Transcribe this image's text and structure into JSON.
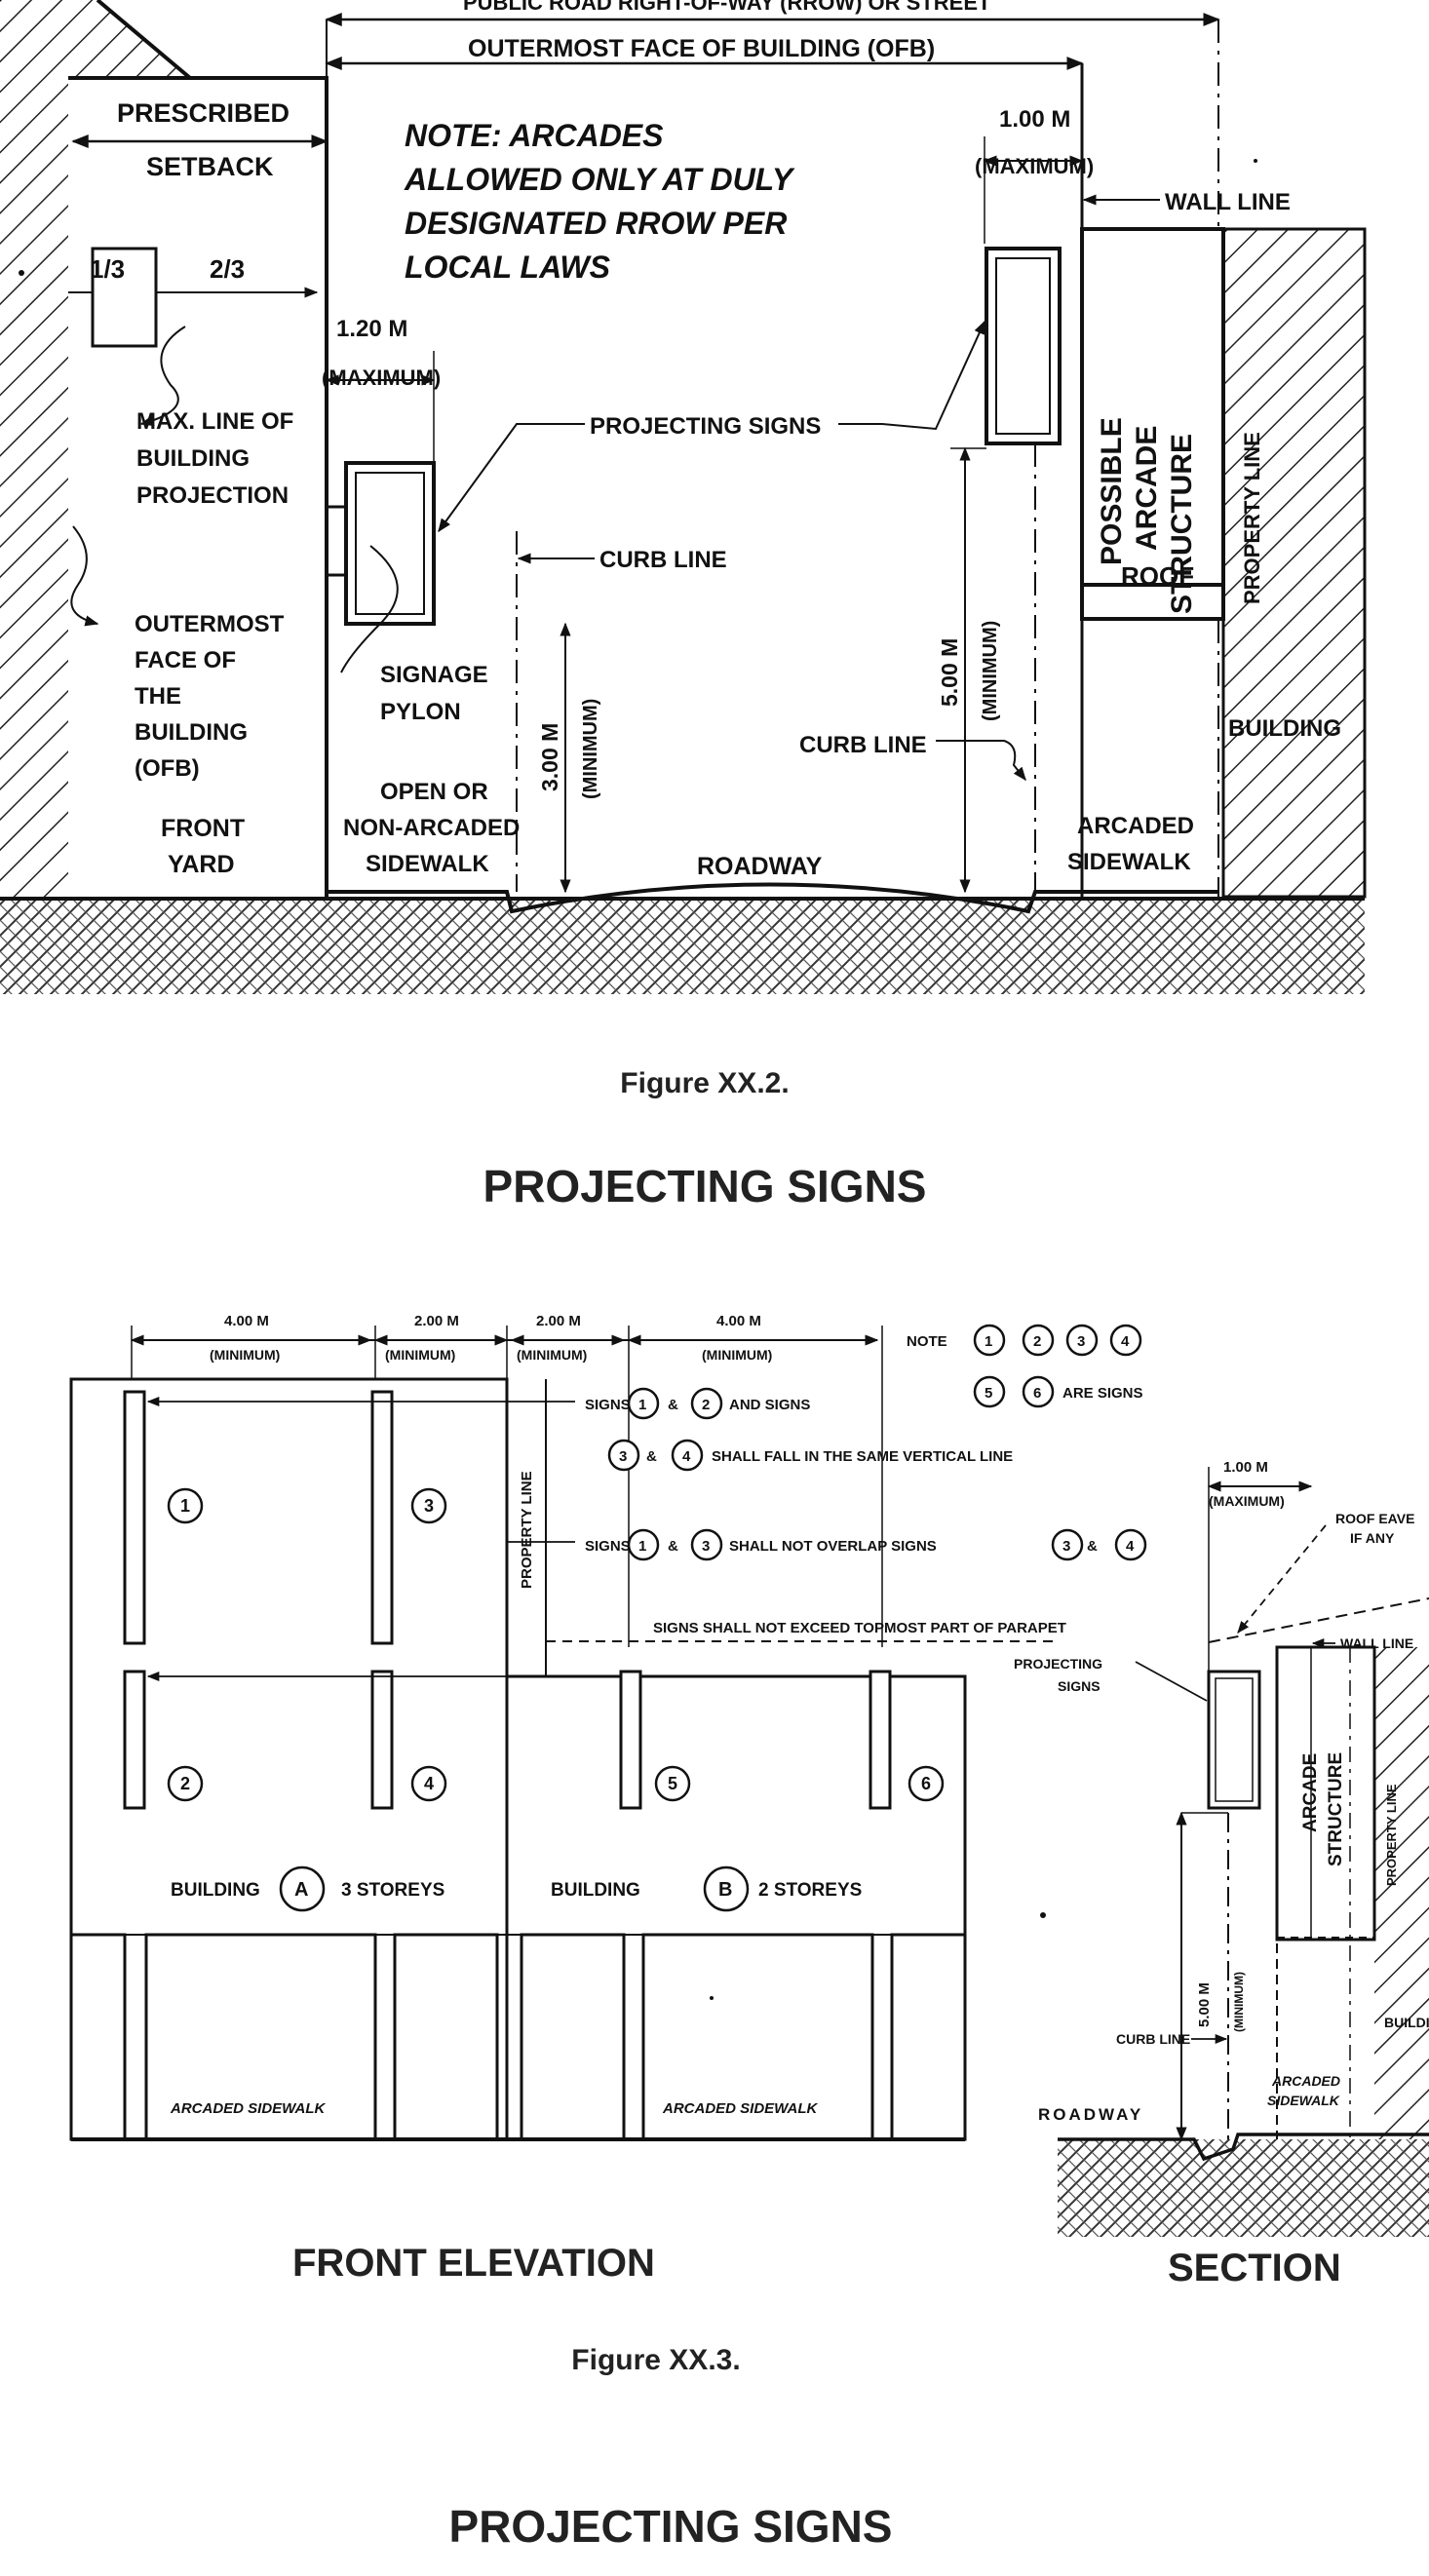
{
  "fig2": {
    "top_cut": "PUBLIC ROAD RIGHT-OF-WAY (RROW) OR STREET",
    "ofb_top": "OUTERMOST FACE OF BUILDING (OFB)",
    "prescribed_setback": [
      "PRESCRIBED",
      "SETBACK"
    ],
    "note": [
      "NOTE: ARCADES",
      "ALLOWED ONLY AT DULY",
      "DESIGNATED RROW PER",
      "LOCAL LAWS"
    ],
    "one_third": "1/3",
    "two_third": "2/3",
    "max_1m": [
      "1.00 M",
      "(MAXIMUM)"
    ],
    "wall_line": "WALL LINE",
    "max_120": [
      "1.20 M",
      "(MAXIMUM)"
    ],
    "max_line": [
      "MAX. LINE OF",
      "BUILDING",
      "PROJECTION"
    ],
    "projecting_signs": "PROJECTING SIGNS",
    "possible_arcade": [
      "POSSIBLE",
      "ARCADE",
      "STRUCTURE"
    ],
    "property_line": "PROPERTY LINE",
    "curb_line": "CURB LINE",
    "roof": "ROOF",
    "ofb_left": [
      "OUTERMOST",
      "FACE OF",
      "THE",
      "BUILDING",
      "(OFB)"
    ],
    "min_5": [
      "5.00 M",
      "(MINIMUM)"
    ],
    "signage_pylon": [
      "SIGNAGE",
      "PYLON"
    ],
    "min_3": [
      "3.00 M",
      "(MINIMUM)"
    ],
    "building": "BUILDING",
    "curb_line2": "CURB LINE",
    "front_yard": [
      "FRONT",
      "YARD"
    ],
    "open_sidewalk": [
      "OPEN OR",
      "NON-ARCADED",
      "SIDEWALK"
    ],
    "roadway": "ROADWAY",
    "arcaded_sidewalk": [
      "ARCADED",
      "SIDEWALK"
    ]
  },
  "caption2": {
    "figure": "Figure XX.2.",
    "title": "PROJECTING SIGNS"
  },
  "fig3": {
    "dims": [
      [
        "4.00 M",
        "(MINIMUM)"
      ],
      [
        "2.00 M",
        "(MINIMUM)"
      ],
      [
        "2.00 M",
        "(MINIMUM)"
      ],
      [
        "4.00 M",
        "(MINIMUM)"
      ]
    ],
    "note_label": "NOTE",
    "note_nums": [
      "1",
      "2",
      "3",
      "4",
      "5",
      "6"
    ],
    "note_are_signs": "ARE SIGNS",
    "signs_word": "SIGNS",
    "and_signs": "AND SIGNS",
    "amp": "&",
    "same_vertical": "SHALL FALL IN THE SAME VERTICAL LINE",
    "not_overlap": "SHALL NOT OVERLAP SIGNS",
    "not_exceed": "SIGNS SHALL NOT EXCEED TOPMOST PART OF PARAPET",
    "property_line": "PROPERTY LINE",
    "sign_nums": [
      "1",
      "2",
      "3",
      "4",
      "5",
      "6"
    ],
    "building_a": [
      "BUILDING",
      "A",
      "3 STOREYS"
    ],
    "building_b": [
      "BUILDING",
      "B",
      "2 STOREYS"
    ],
    "arcaded_sidewalk": "ARCADED SIDEWALK",
    "section": {
      "max_1m": [
        "1.00 M",
        "(MAXIMUM)"
      ],
      "roof_eave": [
        "ROOF EAVE",
        "IF ANY"
      ],
      "wall_line": "WALL LINE",
      "projecting_signs": [
        "PROJECTING",
        "SIGNS"
      ],
      "arcade_structure": [
        "ARCADE",
        "STRUCTURE"
      ],
      "property_line": "PROPERTY LINE",
      "min_5": [
        "5.00 M",
        "(MINIMUM)"
      ],
      "building": "BUILDING",
      "curb_line": "CURB LINE",
      "arcaded_sidewalk": [
        "ARCADED",
        "SIDEWALK"
      ],
      "roadway": "ROADWAY"
    }
  },
  "captions3": {
    "front_elevation": "FRONT ELEVATION",
    "section": "SECTION",
    "figure": "Figure XX.3.",
    "title": "PROJECTING SIGNS"
  }
}
